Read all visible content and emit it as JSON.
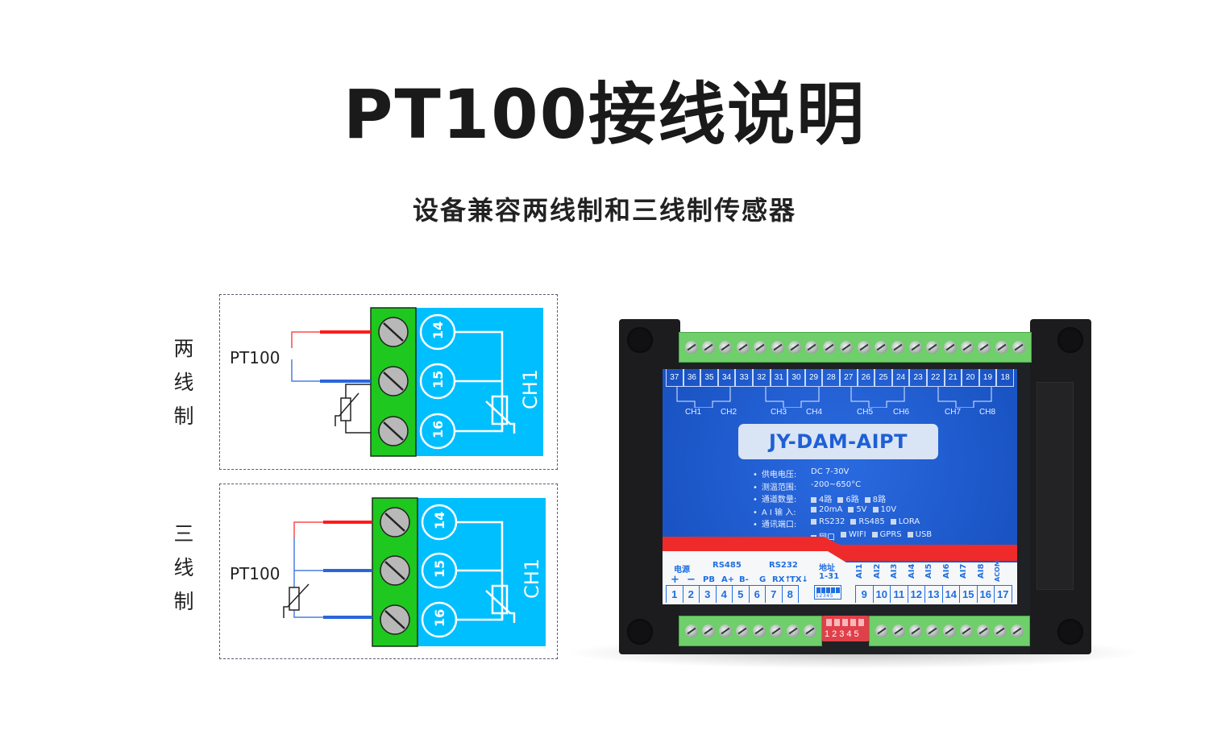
{
  "header": {
    "title": "PT100接线说明",
    "subtitle": "设备兼容两线制和三线制传感器"
  },
  "diagrams": [
    {
      "side_label": [
        "两",
        "线",
        "制"
      ],
      "sensor_label": "PT100",
      "wiring": "two-wire",
      "terminal_numbers": [
        "14",
        "15",
        "16"
      ],
      "channel_label": "CH1",
      "wire_colors": {
        "red": "#ff1a1a",
        "blue": "#2a66d8"
      }
    },
    {
      "side_label": [
        "三",
        "线",
        "制"
      ],
      "sensor_label": "PT100",
      "wiring": "three-wire",
      "terminal_numbers": [
        "14",
        "15",
        "16"
      ],
      "channel_label": "CH1",
      "wire_colors": {
        "red": "#ff1a1a",
        "blue": "#2a66d8"
      }
    }
  ],
  "colors": {
    "terminal_green": "#1ec81e",
    "terminal_blue": "#00bfff",
    "device_blue": "#1f5fd6",
    "device_red": "#ef2a2a"
  },
  "device": {
    "model": "JY-DAM-AIPT",
    "top_terminals": [
      "37",
      "36",
      "35",
      "34",
      "33",
      "32",
      "31",
      "30",
      "29",
      "28",
      "27",
      "26",
      "25",
      "24",
      "23",
      "22",
      "21",
      "20",
      "19",
      "18"
    ],
    "channels": [
      "CH1",
      "CH2",
      "CH3",
      "CH4",
      "CH5",
      "CH6",
      "CH7",
      "CH8"
    ],
    "specs": [
      {
        "key": "供电电压:",
        "values": [
          "DC 7-30V"
        ],
        "boxed": false
      },
      {
        "key": "测温范围:",
        "values": [
          "-200~650°C"
        ],
        "boxed": false
      },
      {
        "key": "通道数量:",
        "values": [
          "4路",
          "6路",
          "8路"
        ],
        "boxed": true
      },
      {
        "key": "A I 输 入:",
        "values": [
          "20mA",
          "5V",
          "10V"
        ],
        "boxed": true
      },
      {
        "key": "通讯端口:",
        "values": [
          "RS232",
          "RS485",
          "LORA"
        ],
        "boxed": true
      },
      {
        "key": "",
        "values": [
          "网口",
          "WIFI",
          "GPRS",
          "USB"
        ],
        "boxed": true
      }
    ],
    "bottom_groups": {
      "power": {
        "label": "电源",
        "pins": [
          "+",
          "−"
        ]
      },
      "rs485": {
        "label": "RS485",
        "pins": [
          "PB",
          "A+",
          "B-"
        ]
      },
      "rs232": {
        "label": "RS232",
        "pins": [
          "G",
          "RX↑",
          "TX↓"
        ]
      },
      "address": {
        "label": "地址",
        "range": "1-31",
        "dip_numbers": "12345"
      }
    },
    "bottom_terminals_left": [
      "1",
      "2",
      "3",
      "4",
      "5",
      "6",
      "7",
      "8"
    ],
    "ai_labels": [
      "AI1",
      "AI2",
      "AI3",
      "AI4",
      "AI5",
      "AI6",
      "AI7",
      "AI8",
      "ACOM"
    ],
    "bottom_terminals_right": [
      "9",
      "10",
      "11",
      "12",
      "13",
      "14",
      "15",
      "16",
      "17"
    ],
    "dip_switch_numbers": "12345"
  }
}
